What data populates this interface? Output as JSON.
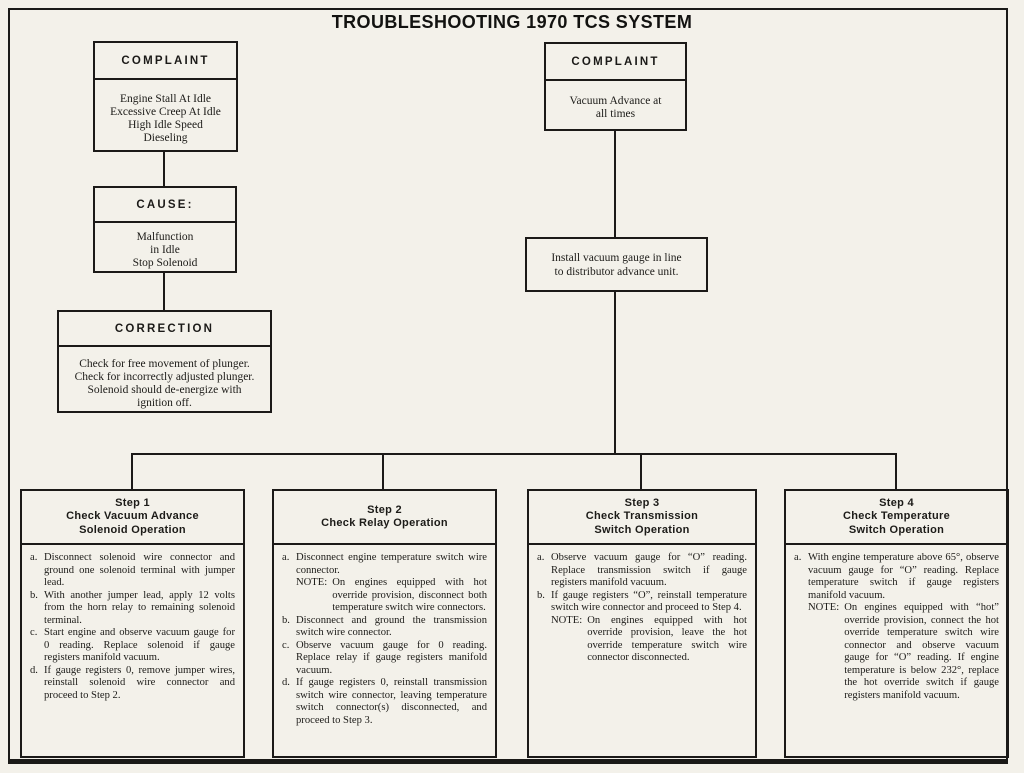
{
  "title": "TROUBLESHOOTING 1970 TCS SYSTEM",
  "left_flow": {
    "complaint": {
      "header": "COMPLAINT",
      "lines": [
        "Engine Stall At Idle",
        "Excessive Creep At Idle",
        "High Idle Speed",
        "Dieseling"
      ]
    },
    "cause": {
      "header": "CAUSE:",
      "lines": [
        "Malfunction",
        "in Idle",
        "Stop Solenoid"
      ]
    },
    "correction": {
      "header": "CORRECTION",
      "lines": [
        "Check for free movement of plunger.",
        "Check for incorrectly adjusted plunger.",
        "Solenoid should de-energize with",
        "ignition off."
      ]
    }
  },
  "right_flow": {
    "complaint": {
      "header": "COMPLAINT",
      "lines": [
        "Vacuum Advance at",
        "all times"
      ]
    },
    "action": {
      "lines": [
        "Install vacuum gauge in line",
        "to distributor advance unit."
      ]
    }
  },
  "steps": [
    {
      "header": [
        "Step 1",
        "Check Vacuum Advance",
        "Solenoid Operation"
      ],
      "items": [
        {
          "label": "a.",
          "text": "Disconnect solenoid wire connector and ground one solenoid terminal with jumper lead."
        },
        {
          "label": "b.",
          "text": "With another jumper lead, apply 12 volts from the horn relay to remaining solenoid terminal."
        },
        {
          "label": "c.",
          "text": "Start engine and observe vacuum gauge for 0 reading. Replace solenoid if gauge registers manifold vacuum."
        },
        {
          "label": "d.",
          "text": "If gauge registers 0, remove jumper wires, reinstall solenoid wire connector and proceed to Step 2."
        }
      ]
    },
    {
      "header": [
        "Step 2",
        "Check Relay Operation"
      ],
      "items": [
        {
          "label": "a.",
          "text": "Disconnect engine temperature switch wire connector.",
          "note_label": "NOTE:",
          "note": "On engines equipped with hot override provision, disconnect both temperature switch wire connectors."
        },
        {
          "label": "b.",
          "text": "Disconnect and ground the transmission switch wire connector."
        },
        {
          "label": "c.",
          "text": "Observe vacuum gauge for 0 reading. Replace relay if gauge registers manifold vacuum."
        },
        {
          "label": "d.",
          "text": "If gauge registers 0, reinstall transmission switch wire connector, leaving temperature switch connector(s) disconnected, and proceed to Step 3."
        }
      ]
    },
    {
      "header": [
        "Step 3",
        "Check Transmission",
        "Switch Operation"
      ],
      "items": [
        {
          "label": "a.",
          "text": "Observe vacuum gauge for “O” reading. Replace transmission switch if gauge registers manifold vacuum."
        },
        {
          "label": "b.",
          "text": "If gauge registers “O”, reinstall temperature switch wire connector and proceed to Step 4.",
          "note_label": "NOTE:",
          "note": "On engines equipped with hot override provision, leave the hot override temperature switch wire connector disconnected."
        }
      ]
    },
    {
      "header": [
        "Step 4",
        "Check Temperature",
        "Switch Operation"
      ],
      "items": [
        {
          "label": "a.",
          "text": "With engine temperature above 65°, observe vacuum gauge for “O” reading. Replace temperature switch if gauge registers manifold vacuum.",
          "note_label": "NOTE:",
          "note": "On engines equipped with “hot” override provision, connect the hot override temperature switch wire connector and observe vacuum gauge for “O” reading. If engine temperature is below 232°, replace the hot override switch if gauge registers manifold vacuum."
        }
      ]
    }
  ]
}
